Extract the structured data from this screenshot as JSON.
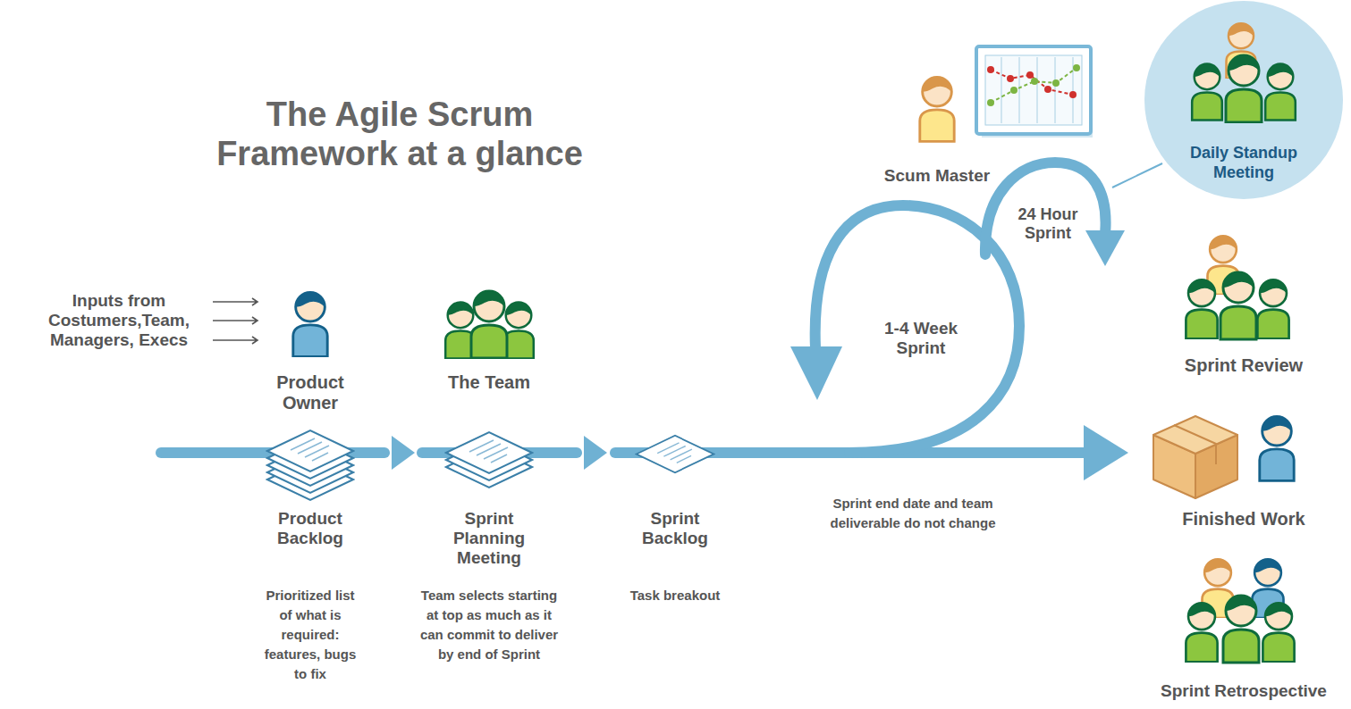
{
  "diagram": {
    "title": "The Agile Scrum Framework at a glance",
    "nodes": [
      {
        "text": [
          "Daily Standup Meeting"
        ]
      }
    ],
    "labels": [
      "Inputs from Costumers,Team, Managers, Execs",
      "Product Owner",
      "The Team",
      "Scum Master",
      "24 Hour Sprint",
      "1-4 Week Sprint",
      "Sprint Review",
      "Product Backlog",
      "Sprint Planning Meeting",
      "Sprint Backlog",
      "Finished Work",
      "Sprint end date and team deliverable do not change",
      "Prioritized list of what is required: features, bugs to fix",
      "Team selects starting at top as much as it can commit to deliver by end of Sprint",
      "Task breakout",
      "Sprint Retrospective"
    ]
  }
}
